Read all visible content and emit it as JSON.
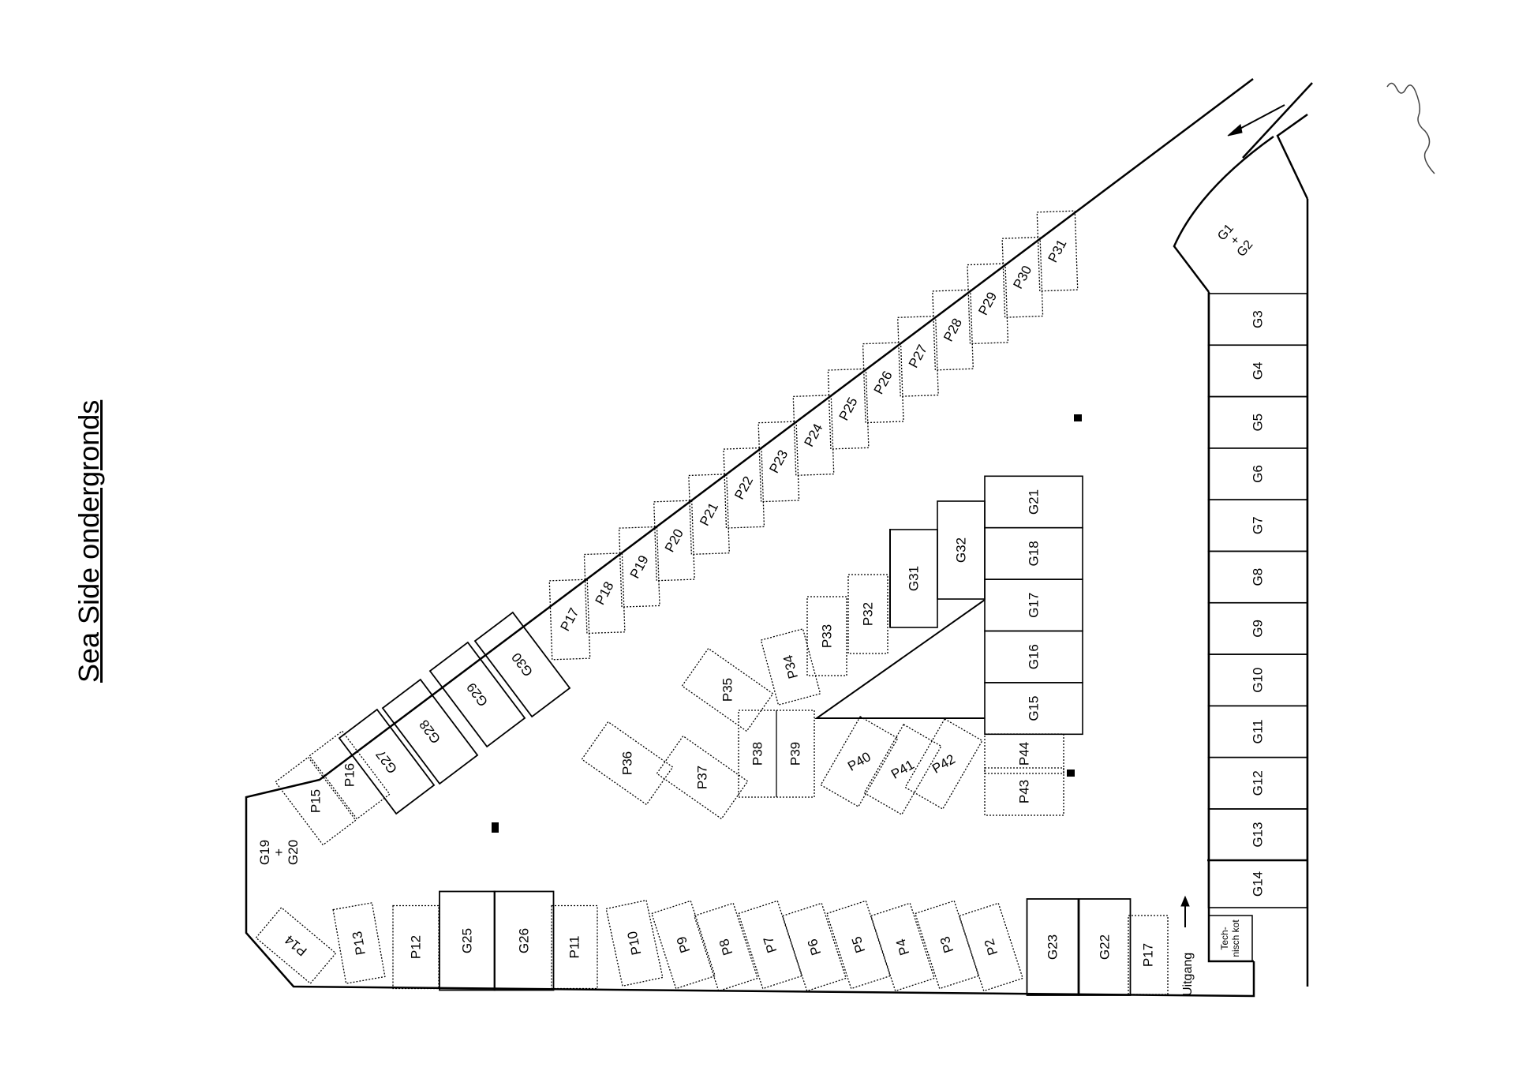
{
  "title": "Sea Side ondergronds",
  "labels": {
    "exit": "Uitgang",
    "technical": [
      "Tech-",
      "nisch kot"
    ],
    "plus": "+"
  },
  "spaces": {
    "G1_G2": [
      "G1",
      "G2"
    ],
    "G19_G20": [
      "G19",
      "G20"
    ],
    "east_garages": [
      "G3",
      "G4",
      "G5",
      "G6",
      "G7",
      "G8",
      "G9",
      "G10",
      "G11",
      "G12",
      "G13",
      "G14"
    ],
    "inner_garages": [
      "G21",
      "G18",
      "G17",
      "G16",
      "G15"
    ],
    "inner_garages_top": [
      "G31",
      "G32"
    ],
    "west_garages": [
      "G27",
      "G28",
      "G29",
      "G30"
    ],
    "south_garages_left": [
      "G25",
      "G26"
    ],
    "south_garages_right": [
      "G23",
      "G22"
    ],
    "diagonal_parking": [
      "P17",
      "P18",
      "P19",
      "P20",
      "P21",
      "P22",
      "P23",
      "P24",
      "P25",
      "P26",
      "P27",
      "P28",
      "P29",
      "P30",
      "P31"
    ],
    "west_parking": [
      "P15",
      "P16"
    ],
    "south_parking": [
      "P14",
      "P13",
      "P12",
      "P11",
      "P10",
      "P9",
      "P8",
      "P7",
      "P6",
      "P5",
      "P4",
      "P3",
      "P2",
      "P17"
    ],
    "inner_parking": [
      "P32",
      "P33",
      "P34",
      "P35",
      "P36",
      "P37",
      "P38",
      "P39",
      "P40",
      "P41",
      "P42",
      "P43",
      "P44"
    ]
  }
}
